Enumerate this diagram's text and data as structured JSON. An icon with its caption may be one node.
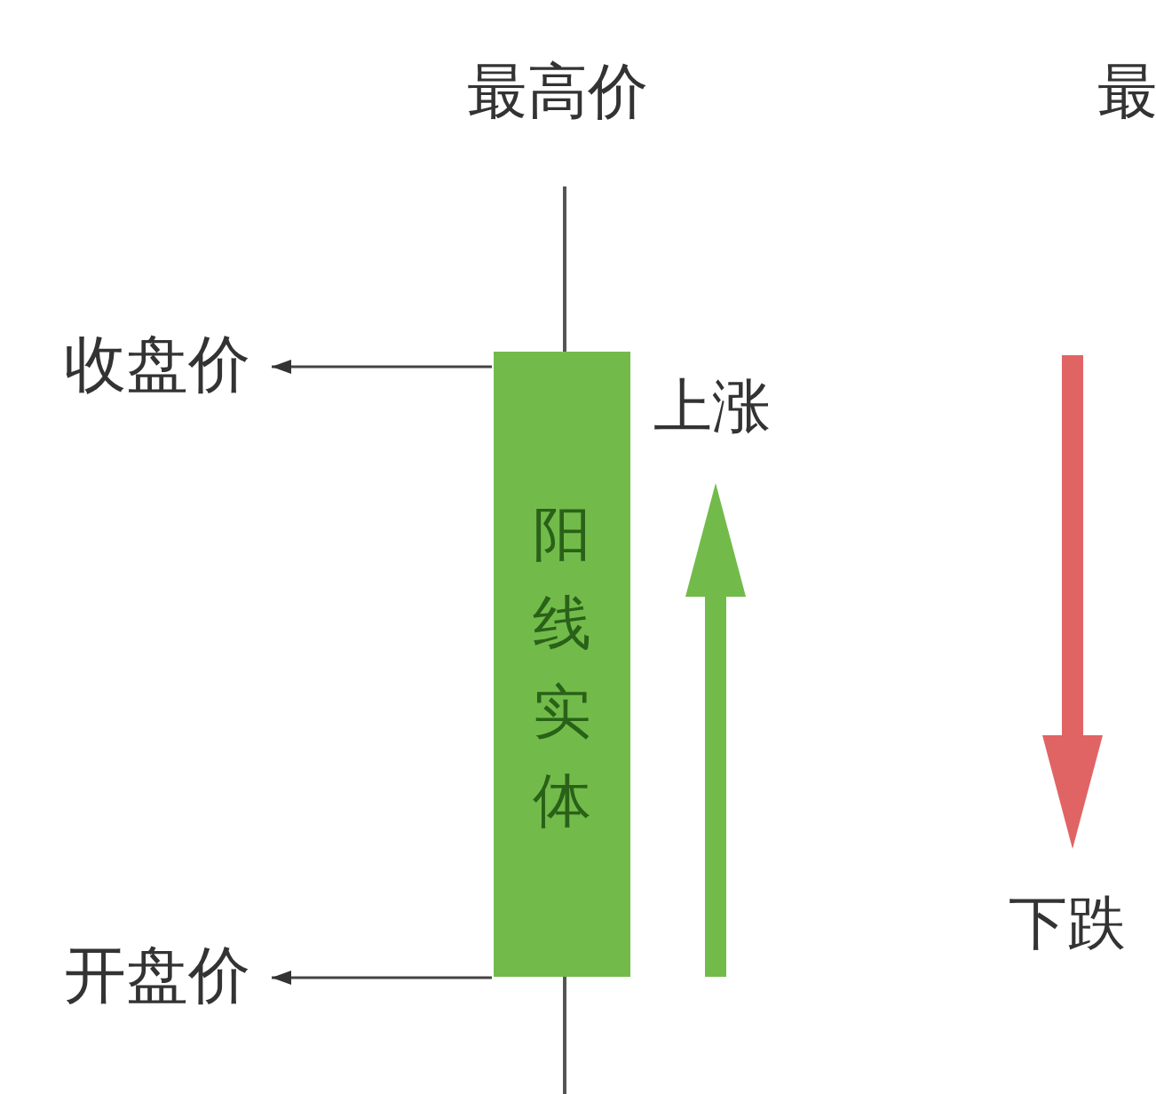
{
  "diagram": {
    "nodes": [
      {
        "text": [
          "收盘价"
        ]
      },
      {
        "text": [
          "阳线实体"
        ]
      },
      {
        "text": [
          "开盘价"
        ]
      }
    ],
    "edges": [
      {
        "from": 1,
        "to": 0,
        "arrow": "to"
      },
      {
        "from": 1,
        "to": 2,
        "arrow": "to"
      }
    ],
    "labels": [
      "最高价",
      "最",
      "上涨",
      "下跌"
    ]
  }
}
